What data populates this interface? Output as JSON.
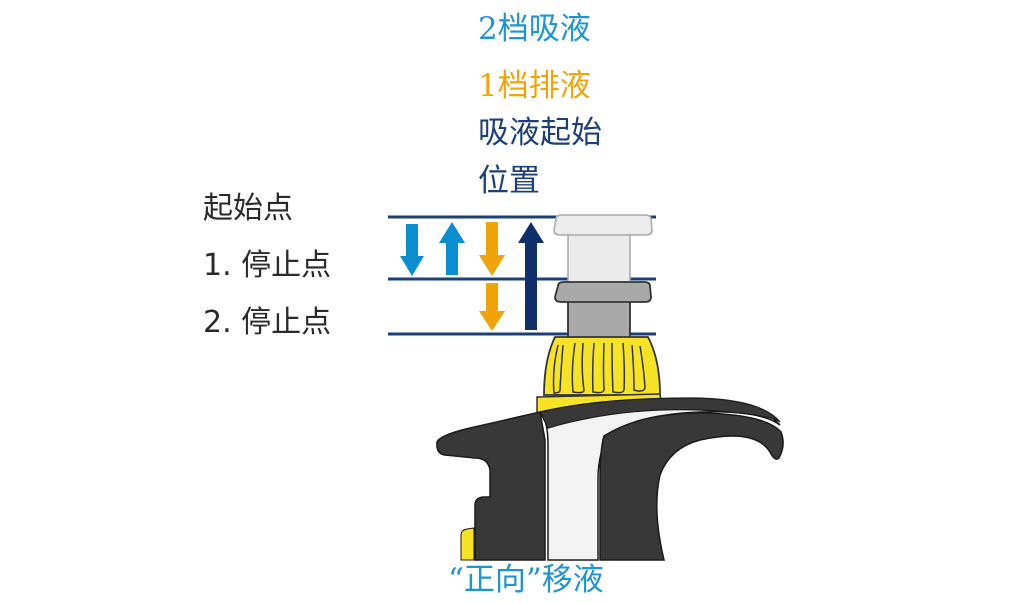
{
  "labels": {
    "aspirate_stop2": "2档吸液",
    "dispense_stop1": "1档排液",
    "aspirate_start": "吸液起始",
    "position": "位置",
    "start_point": "起始点",
    "stop_point_1": "1. 停止点",
    "stop_point_2": "2. 停止点",
    "title": "“正向”移液"
  },
  "colors": {
    "light_blue": "#0a8ed2",
    "orange": "#f0a30a",
    "navy": "#0e2f6a",
    "line": "#1d3f78",
    "yellow": "#f7e325",
    "body_dark": "#383838",
    "body_light": "#f3f3f3"
  },
  "icons": [
    "arrow-down-light-blue",
    "arrow-up-light-blue",
    "arrow-down-orange",
    "arrow-up-navy"
  ]
}
